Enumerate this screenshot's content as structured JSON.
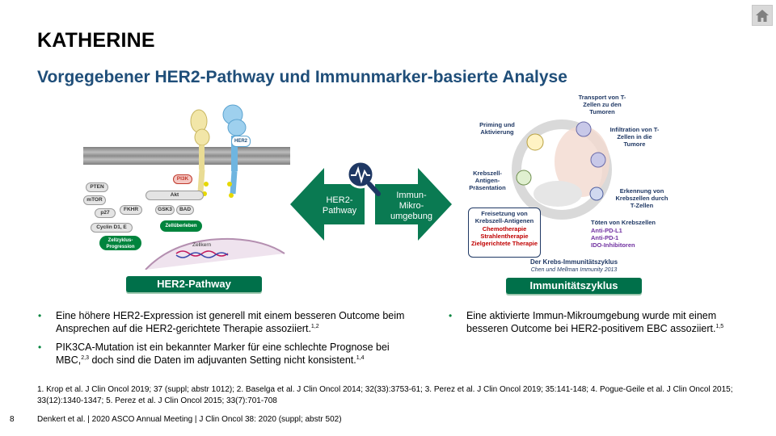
{
  "title": "KATHERINE",
  "subtitle": "Vorgegebener HER2-Pathway und Immunmarker-basierte Analyse",
  "left_diagram": {
    "receptor_label": "HER2",
    "nodes": [
      "PTEN",
      "mTOR",
      "p27",
      "FKHR",
      "Cyclin D1, E",
      "PI3K",
      "Akt",
      "GSK3",
      "BAD"
    ],
    "survival_label": "Zellüberleben",
    "progression_label": "Zellzyklus-Progression",
    "nucleus_label": "Zellkern",
    "banner": "HER2-Pathway"
  },
  "center_arrow": {
    "left_label": "HER2-\nPathway",
    "right_label": "Immun-\nMikro-\numgebung"
  },
  "cycle": {
    "steps": {
      "transport": "Transport von T-Zellen zu den Tumoren",
      "priming": "Priming und Aktivierung",
      "infiltration": "Infiltration von T-Zellen in die Tumore",
      "presentation": "Krebszell-Antigen-Präsentation",
      "recognition": "Erkennung von Krebszellen durch T-Zellen",
      "release_title": "Freisetzung von Krebszell-Antigenen",
      "release_items": [
        "Chemotherapie",
        "Strahlentherapie",
        "Zielgerichtete Therapie"
      ],
      "killing_title": "Töten von Krebszellen",
      "killing_items": [
        "Anti-PD-L1",
        "Anti-PD-1",
        "IDO-Inhibitoren"
      ]
    },
    "caption": "Der Krebs-Immunitätszyklus",
    "citation": "Chen und Mellman Immunity 2013",
    "banner": "Immunitätszyklus"
  },
  "bullets_left": [
    {
      "text": "Eine höhere HER2-Expression ist generell mit einem besseren Outcome beim Ansprechen auf die HER2-gerichtete Therapie assoziiert.",
      "sup": "1,2"
    },
    {
      "text_a": "PIK3CA-Mutation ist ein bekannter Marker für eine schlechte Prognose bei MBC,",
      "sup_a": "2,3",
      "text_b": " doch sind die Daten im adjuvanten Setting nicht konsistent.",
      "sup_b": "1,4"
    }
  ],
  "bullets_right": [
    {
      "text": "Eine aktivierte Immun-Mikroumgebung wurde mit einem besseren Outcome bei HER2-positivem EBC assoziiert.",
      "sup": "1,5"
    }
  ],
  "references": "1. Krop et al. J Clin Oncol 2019; 37 (suppl; abstr 1012); 2. Baselga et al. J Clin Oncol 2014; 32(33):3753-61; 3. Perez et al. J Clin Oncol 2019; 35:141-148; 4. Pogue-Geile et al. J Clin Oncol 2015; 33(12):1340-1347; 5. Perez et al. J Clin Oncol 2015; 33(7):701-708",
  "page_number": "8",
  "footer": "Denkert et al. | 2020 ASCO Annual Meeting | J Clin Oncol 38: 2020 (suppl; abstr 502)",
  "colors": {
    "brand_green": "#00704a",
    "title_blue": "#1f4e79",
    "arrow_green": "#0a7a52"
  },
  "icons": [
    "home-icon",
    "magnifier-signal-icon"
  ]
}
